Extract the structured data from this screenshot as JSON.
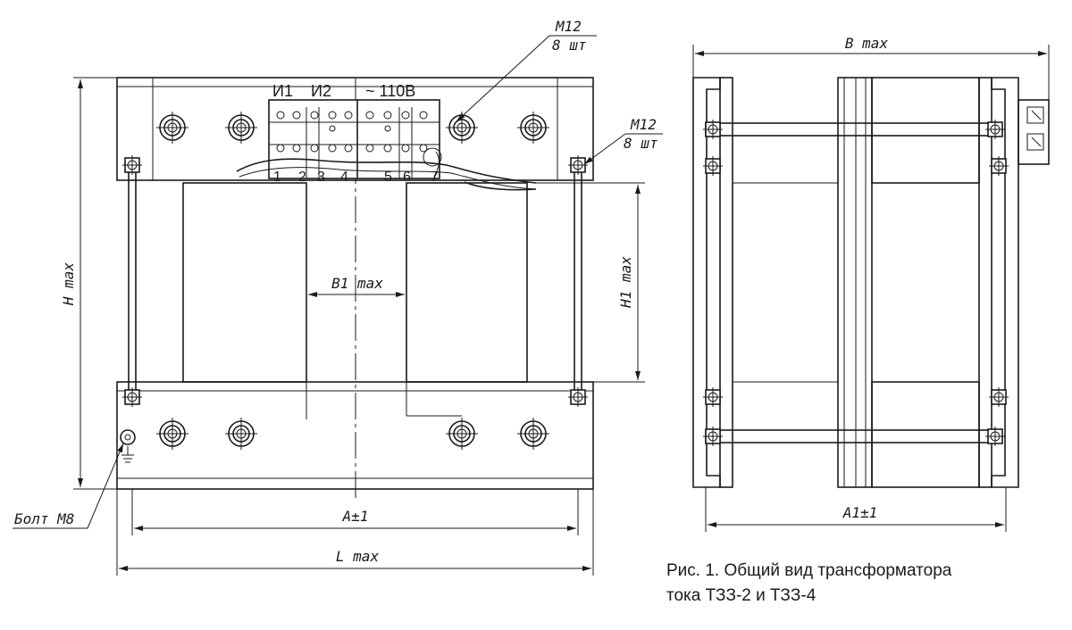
{
  "front_view": {
    "terminals": {
      "i1": "И1",
      "i2": "И2",
      "v110": "~ 110В"
    },
    "terminal_numbers": [
      "1",
      "2",
      "3",
      "4",
      "5",
      "6",
      "7"
    ],
    "dimensions": {
      "h_max": "H max",
      "h1_max": "H1 max",
      "b1_max": "B1 max",
      "a": "A±1",
      "l_max": "L max"
    },
    "callouts": {
      "m12_top": "M12",
      "qty_top": "8 шт",
      "m12_side": "M12",
      "qty_side": "8 шт",
      "bolt": "Болт M8"
    }
  },
  "side_view": {
    "dimensions": {
      "b_max": "B max",
      "a1": "A1±1"
    }
  },
  "caption": {
    "line1": "Рис. 1. Общий вид трансформатора",
    "line2": "тока ТЗЗ-2 и ТЗЗ-4"
  },
  "icons": [
    "nut-icon",
    "ground-icon",
    "arrow-icon"
  ]
}
